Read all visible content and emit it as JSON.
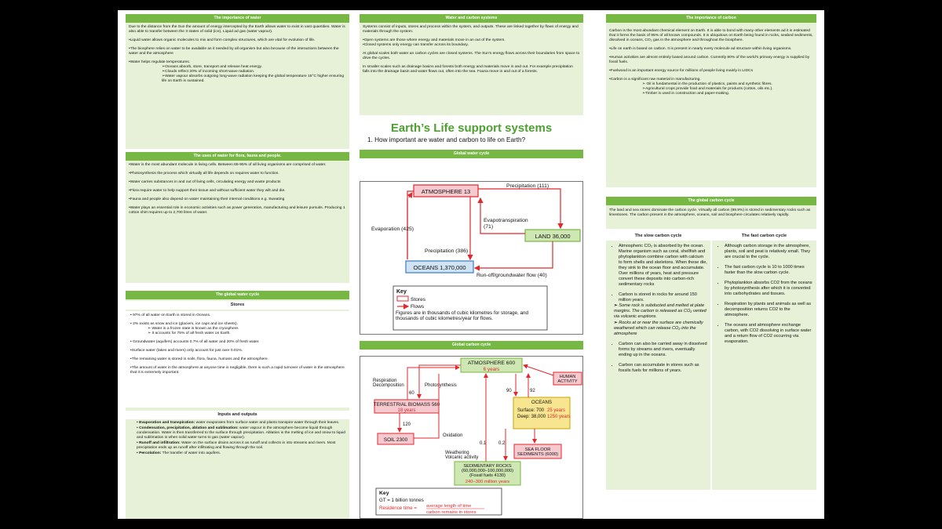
{
  "left": {
    "importance_water": {
      "header": "The importance of water",
      "paras": [
        "Due to the distance from the Sun the amount of energy intercepted by the Earth allows water to exist in vast quantities. Water is also able to transfer between the 3 states of solid (ice), Liquid ad gas (water vapour).",
        "•Liquid water allows organic molecules to mix and form complex structures, which are vital for evolution of life.",
        "•The biosphere relies on water to be available as it needed by all organism but also because of the interactions between the water and the atmosphere",
        "•Water helps regulate temperatures."
      ],
      "bullets": [
        "➢Oceans absorb, store, transport and release heat energy.",
        "➢Clouds reflect 20% of incoming short-wave radiation.",
        "➢Water vapour absorbs outgoing long-wave radiation keeping the global temperature 15°C  higher ensuring life on Earth is sustained."
      ]
    },
    "uses_water": {
      "header": "The  uses of water for flora, fauna and people.",
      "paras": [
        "•Water is the most abundant molecule in living cells. Between 65-95% of all living organisms are comprised of water.",
        "•Photosynthesis the process which virtually all life depends on requires water to function.",
        "•Water carries substances in and out of living cells, circulating energy and waste products",
        "•Flora require water to help support their tissue and without sufficient water they wilt and die.",
        "•Fauna and people also depend on water maintaining their internal conditions  e.g. Sweating",
        "•Water plays an essential role in economic  activities such as power generation, manufacturing and leisure pursuits. Producing 1 cotton shirt requires up to 2,700 litres of water."
      ]
    },
    "global_water_cycle": {
      "header": "The global water cycle",
      "stores_header": "Stores",
      "p1": "• 97% of all water on Earth is stored in Oceans.",
      "p2": "• 2% exists as snow and ice (glaciers, ice caps and ice sheets).",
      "b1": "➢  Water in a frozen state is known as the cryosphere.",
      "b2": "➢  It accounts for 75% of all  fresh water on Earth.",
      "p3": "• Groundwater (aquifers) accounts 0.7% of all water and 20% of fresh water.",
      "p4": "•Surface water (lakes and rivers) only account for just over 0.01%.",
      "p5": "•The remaining water is stored in soils, flora, fauna, humans and the atmosphere.",
      "p6": "•The amount of water in the atmosphere at anyone time is negligible, there is such a rapid turnover of water in the atmosphere that it is extremely important.",
      "io_header": "Inputs and outputs",
      "io": [
        {
          "term": "Evaporation and transpiration:",
          "text": " water evaporates from surface water and plants transpire water through their leaves."
        },
        {
          "term": "Condensation, precipitation, ablation and sublimation:",
          "text": "  water vapour in the atmosphere become liquid through condensation. Water is then transferred to the surface through precipitation. Ablation is the melting of ice and snow to liquid and sublimation is when solid water turns to gas (water vapour)."
        },
        {
          "term": "Runoff and infiltration:",
          "text": " Water on the surface drains across it as runoff and collects in into streams and rivers. Most precipitation ends up as runoff after infiltrating and flowing through the soil."
        },
        {
          "term": "Percolation:",
          "text": " The transfer of water into aquifers."
        }
      ]
    }
  },
  "middle": {
    "systems": {
      "header": "Water and carbon systems",
      "paras": [
        "Systems consist of inputs, stores and process within the system, and outputs. These  are linked together by flows of energy and materials through the system.",
        "•Open systems are those where energy and materials move in an out of the system.\n•Closed systems only energy can transfer across its boundary.",
        "At global scales both water an carbon cycles are closed systems. The Sun's energy flows across their boundaries from space to drive the cycles.",
        "In smaller scales such as drainage basins and forests both energy and materials move in and out. For example precipitation falls into the drainage basin and water flows out, often into the sea. Fauna move in and out of a forests."
      ]
    },
    "title": "Earth’s Life support systems",
    "question": "1.   How important are water and carbon to life on Earth?",
    "water_diagram": {
      "header": "Global water cycle",
      "atmosphere": "ATMOSPHERE 13",
      "land": "LAND 36,000",
      "oceans": "OCEANS 1,370,000",
      "precip_top": "Precipitation (111)",
      "evapo_label": "Evapotranspiration",
      "evapo_value": "(71)",
      "evaporation": "Evaporation (425)",
      "precip_mid": "Precipitation (386)",
      "runoff": "Run-off/groundwater flow (40)",
      "key_title": "Key",
      "key_stores": "Stores",
      "key_flows": "Flows",
      "key_note": "Figures are in thousands of cubic kilometres for storage, and thousands of cubic kilometres/year for flows."
    },
    "carbon_diagram": {
      "header": "Global carbon cycle",
      "atmosphere": "ATMOSPHERE 600",
      "atmosphere_time": "6 years",
      "human": "HUMAN\nACTIVITY",
      "respiration": "Respiration\nDecomposition",
      "photosynthesis": "Photosynthesis",
      "v60": "60",
      "v90": "90",
      "v92": "92",
      "biomass": "TERRESTRIAL BIOMASS 560",
      "biomass_time": "18 years",
      "oceans": "OCEANS",
      "ocean_surface": "Surface: 700",
      "ocean_surface_time": "25 years",
      "ocean_deep": "Deep: 38,000",
      "ocean_deep_time": "1250 years",
      "v120": "120",
      "soil": "SOIL 2300",
      "oxidation": "Oxidation",
      "weathering": "Weathering\nVolcanic activity",
      "v01": "0.1",
      "v02": "0.2",
      "seafloor": "SEA FLOOR\nSEDIMENTS (6000)",
      "rocks": "SEDIMENTARY ROCKS\n(60,000,000–100,000,000)\n(Fossil fuels 4130)",
      "rocks_time": "240–300 million years",
      "key_title": "Key",
      "key_gt": "GT = 1 billion tonnes",
      "key_res": "Residence time =",
      "key_frac_top": "average length of time",
      "key_frac_bottom": "carbon remains in stores"
    }
  },
  "right": {
    "importance_carbon": {
      "header": "The importance of carbon",
      "p1": "Carbon is the most abundant chemical element on Earth. It is able to bond with many other elements  ad it is estimated that it forms the basis of 95% of all known compounds. It is ubiquitous on Earth being found in rocks, seabed sediments, dissolved in oceans, CO₂ gas in the atmosphere  and throughout the biosphere.",
      "p2": "•Life on earth is based  on carbon. It is present in nearly every molecule ad structure within living organisms.",
      "p3": "•Human activities  are almost entirely based around carbon. Currently 80% of the world's primary energy is supplied by fossil fuels.",
      "p4": "•Fuelwood is an important energy source for millions of people living mainly in LIDCs",
      "p5": "•Carbon is a significant raw material in manufacturing.",
      "b1": "➢ Oil is fundamental in the production of plastics, paints and synthetic fibres.",
      "b2": "➢Agricultural crops provide food and materials for products (cotton, oils etc.).",
      "b3": "➢Timber is used in construction and paper-making."
    },
    "global_carbon": {
      "header": "The global carbon cycle",
      "intro": "The land and sea stores dominate the carbon cycle. Virtually all carbon (99.9%) is stored in sedimentary rocks  such as limestones. The carbon present in the atmosphere, oceans, soil and biosphere circulates relatively rapidly.",
      "slow_header": "The slow carbon cycle",
      "fast_header": "The fast carbon cycle",
      "slow": [
        "Atmospheric CO₂  is absorbed by the ocean. Marine organism such as coral, shellfish and phytoplankton combine carbon with calcium to form shells and skeletons. When these die, they sink to the ocean floor and accumulate. Over millions of years, heat and pressure convert these deposits into carbon-rich sedimentary rocks",
        "Carbon is stored in rocks for around 150 million years."
      ],
      "slow_italic": [
        "Some rock is subducted and melted at plate margins. The carbon is released as CO₂ vented via volcanic eruptions.",
        "Rocks at or near the surface are chemically weathered which can release CO₂  into the atmosphere"
      ],
      "slow_after": [
        "Carbon can also be carried away in dissolved forms by streams and rivers, eventually ending up in the oceans.",
        "Carbon can accumulate in stores such as fossils fuels for millions of years."
      ],
      "fast": [
        "Although carbon storage in the atmosphere, plants, soil and peat is relatively small. They are crucial to the cycle.",
        "The fast carbon cycle is 10 to 1000 times faster than the slow carbon cycle.",
        "Phytoplankton absorbs CO2 from the oceans by photosynthesis after which it is converted into carbohydrates and tissues.",
        "Respiration by plants and animals as well as decomposition returns CO2 to the atmosphere.",
        "The oceans and atmosphere exchange carbon, with CO2 dissolving in surface water and a return flow of CO2 occurring via evaporation."
      ]
    }
  },
  "colors": {
    "accent": "#76b843",
    "panel": "#e6f1d7",
    "title": "#4f9f32",
    "flow": "#e0282e",
    "store": "#f6c9cf"
  }
}
